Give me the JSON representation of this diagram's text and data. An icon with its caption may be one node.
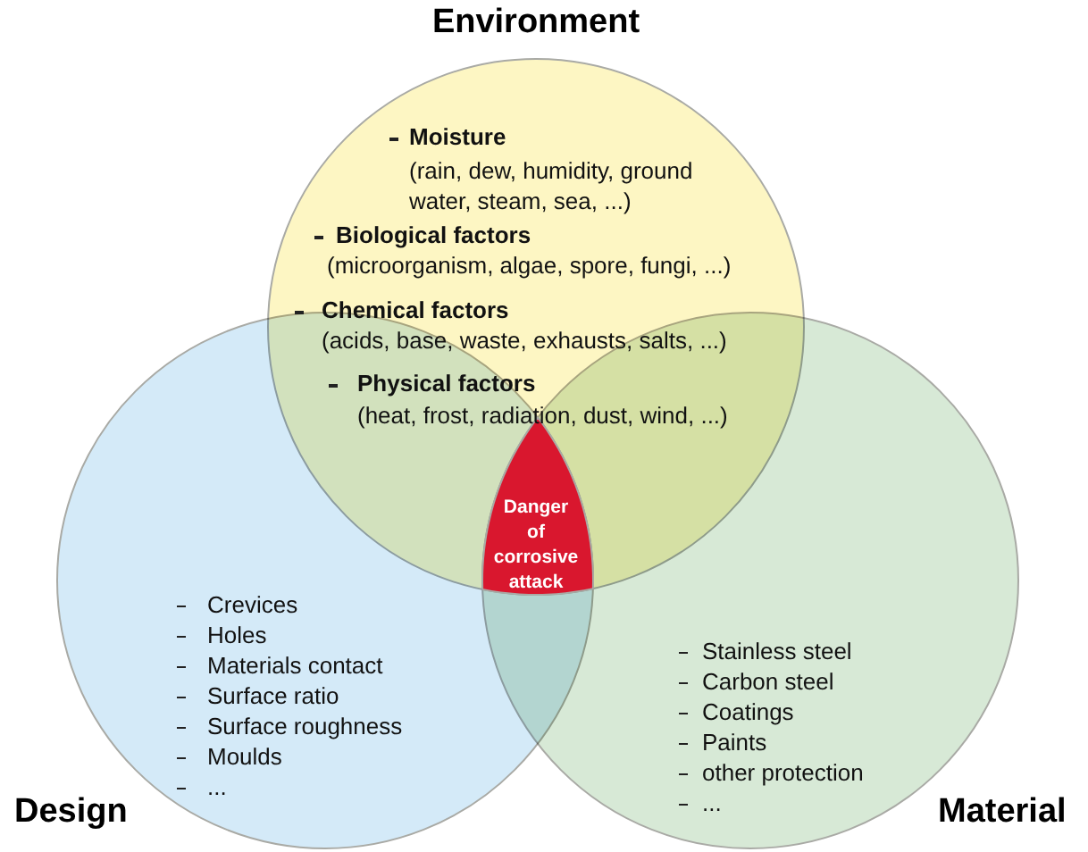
{
  "diagram": {
    "nodes": [
      {
        "text": [
          "Environment",
          "Moisture",
          "(rain, dew, humidity, ground water, steam, sea, ...)",
          "Biological factors",
          "(microorganism, algae, spore, fungi, ...)",
          "Chemical factors",
          "(acids, base, waste, exhausts, salts, ...)",
          "Physical factors",
          "(heat, frost, radiation, dust, wind, ...)"
        ]
      },
      {
        "text": [
          "Design",
          "Crevices",
          "Holes",
          "Materials contact",
          "Surface ratio",
          "Surface roughness",
          "Moulds",
          "..."
        ]
      },
      {
        "text": [
          "Material",
          "Stainless steel",
          "Carbon steel",
          "Coatings",
          "Paints",
          "other protection",
          "..."
        ]
      },
      {
        "text": [
          "Danger of corrosive attack"
        ]
      }
    ]
  }
}
